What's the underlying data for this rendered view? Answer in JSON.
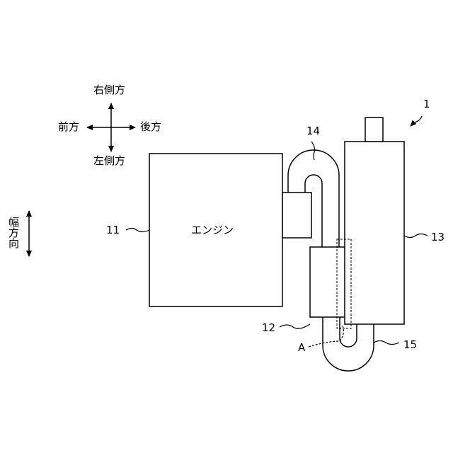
{
  "figure_ref": "1",
  "directions": {
    "right": "右側方",
    "left": "左側方",
    "front": "前方",
    "rear": "後方",
    "width": "幅方向"
  },
  "components": {
    "engine": {
      "ref": "11",
      "label": "エンジン"
    },
    "c12": {
      "ref": "12"
    },
    "c13": {
      "ref": "13"
    },
    "pipe14": {
      "ref": "14"
    },
    "pipe15": {
      "ref": "15"
    },
    "area_a": {
      "label": "A"
    }
  },
  "colors": {
    "line": "#000000",
    "background": "#ffffff"
  }
}
